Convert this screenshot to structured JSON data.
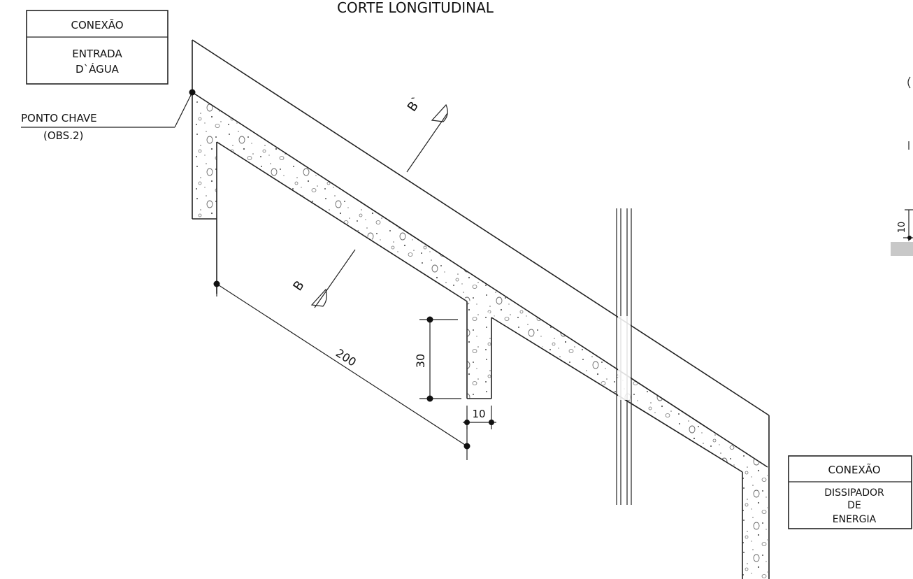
{
  "title": "CORTE LONGITUDINAL",
  "connection_inlet": {
    "header": "CONEXÃO",
    "line1": "ENTRADA",
    "line2": "D`ÁGUA"
  },
  "connection_outlet": {
    "header": "CONEXÃO",
    "line1": "DISSIPADOR",
    "line2": "DE",
    "line3": "ENERGIA"
  },
  "key_point": {
    "label": "PONTO CHAVE",
    "note": "(OBS.2)"
  },
  "section_marks": {
    "lower": "B",
    "upper": "B`"
  },
  "dimensions": {
    "length": "200",
    "height": "30",
    "width": "10",
    "edge": "10"
  }
}
